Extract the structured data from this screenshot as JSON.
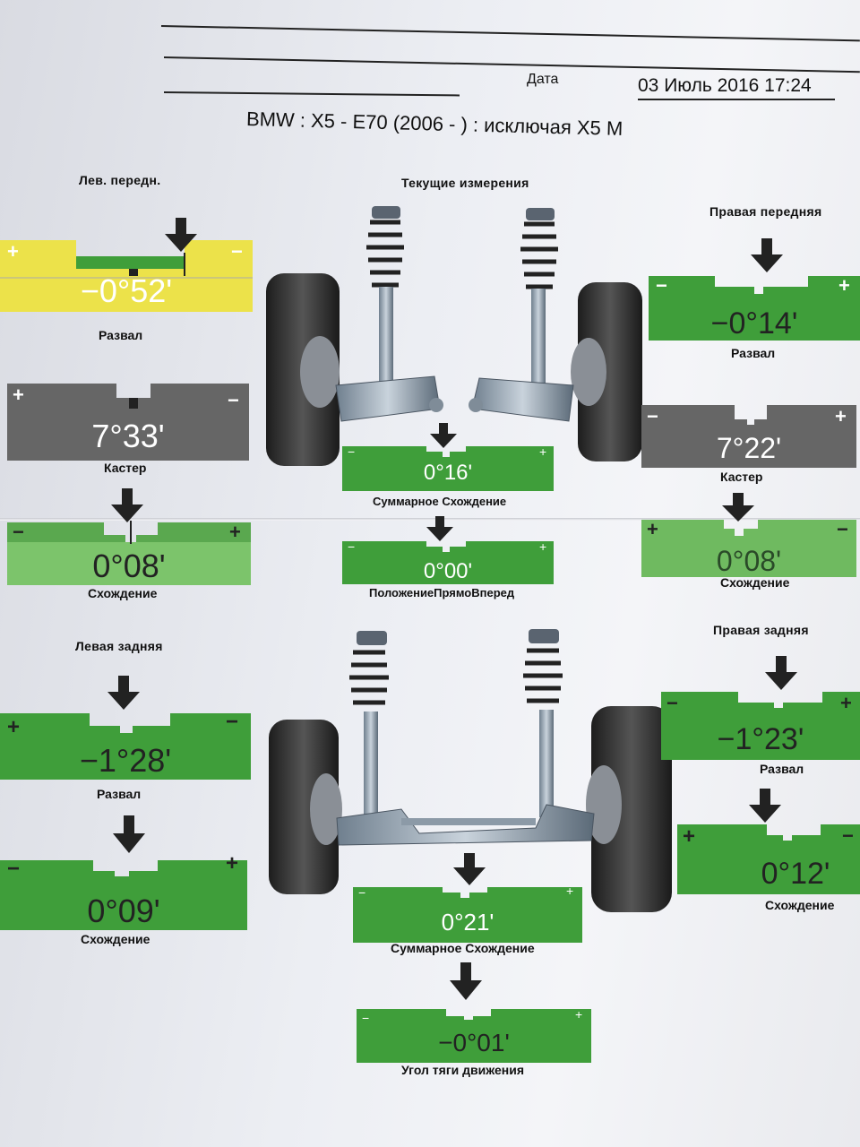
{
  "header": {
    "date_label": "Дата",
    "date_value": "03 Июль 2016 17:24",
    "vehicle": "BMW : X5      - E70 (2006 -     ) : исключая X5 M"
  },
  "sections": {
    "left_front": "Лев. передн.",
    "current": "Текущие измерения",
    "right_front": "Правая передняя",
    "left_rear": "Левая задняя",
    "right_rear": "Правая задняя"
  },
  "colors": {
    "green": "#3fa33a",
    "green_light": "#7cc46b",
    "yellow": "#ece24a",
    "gray": "#666666"
  },
  "gauges": {
    "lf_camber": {
      "value": "−0°52'",
      "caption": "Развал",
      "plus": "+",
      "minus": "−"
    },
    "lf_caster": {
      "value": "7°33'",
      "caption": "Кастер",
      "plus": "+",
      "minus": "−"
    },
    "lf_toe": {
      "value": "0°08'",
      "caption": "Схождение",
      "plus": "+",
      "minus": "−"
    },
    "rf_camber": {
      "value": "−0°14'",
      "caption": "Развал",
      "plus": "+",
      "minus": "−"
    },
    "rf_caster": {
      "value": "7°22'",
      "caption": "Кастер",
      "plus": "+",
      "minus": "−"
    },
    "rf_toe": {
      "value": "0°08'",
      "caption": "Схождение",
      "plus": "+",
      "minus": "−"
    },
    "front_total_toe": {
      "value": "0°16'",
      "caption": "Суммарное Схождение",
      "plus": "+",
      "minus": "−"
    },
    "steering_center": {
      "value": "0°00'",
      "caption": "ПоложениеПрямоВперед",
      "plus": "+",
      "minus": "−"
    },
    "lr_camber": {
      "value": "−1°28'",
      "caption": "Развал",
      "plus": "+",
      "minus": "−"
    },
    "lr_toe": {
      "value": "0°09'",
      "caption": "Схождение",
      "plus": "+",
      "minus": "−"
    },
    "rr_camber": {
      "value": "−1°23'",
      "caption": "Развал",
      "plus": "+",
      "minus": "−"
    },
    "rr_toe": {
      "value": "0°12'",
      "caption": "Схождение",
      "plus": "+",
      "minus": "−"
    },
    "rear_total_toe": {
      "value": "0°21'",
      "caption": "Суммарное Схождение",
      "plus": "+",
      "minus": "−"
    },
    "thrust_angle": {
      "value": "−0°01'",
      "caption": "Угол тяги движения",
      "plus": "+",
      "minus": "−"
    }
  }
}
